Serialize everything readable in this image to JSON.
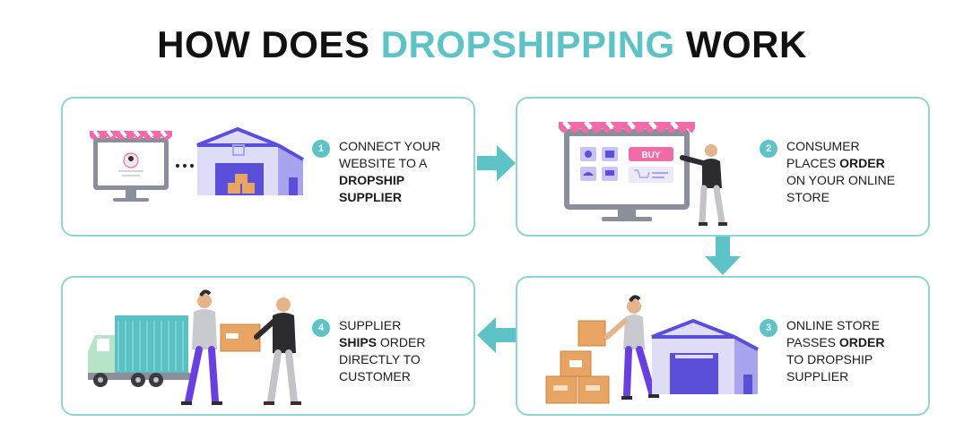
{
  "title": {
    "part1": "HOW DOES ",
    "part2": "DROPSHIPPING",
    "part3": " WORK"
  },
  "colors": {
    "accent": "#5ec3c6",
    "pink": "#f06ba8",
    "purple": "#5a4fd8",
    "box": "#e8a462"
  },
  "steps": [
    {
      "number": "1",
      "line1": "CONNECT YOUR",
      "line2": "WEBSITE TO A",
      "line3": "DROPSHIP",
      "line4": "SUPPLIER"
    },
    {
      "number": "2",
      "line1": "CONSUMER",
      "line2a": "PLACES ",
      "line2b": "ORDER",
      "line3": "ON YOUR ONLINE",
      "line4": "STORE",
      "buy": "BUY"
    },
    {
      "number": "3",
      "line1": "ONLINE STORE",
      "line2a": "PASSES ",
      "line2b": "ORDER",
      "line3": "TO DROPSHIP",
      "line4": "SUPPLIER"
    },
    {
      "number": "4",
      "line1": "SUPPLIER",
      "line2a": "SHIPS",
      "line2b": " ORDER",
      "line3": "DIRECTLY TO",
      "line4": "CUSTOMER"
    }
  ]
}
